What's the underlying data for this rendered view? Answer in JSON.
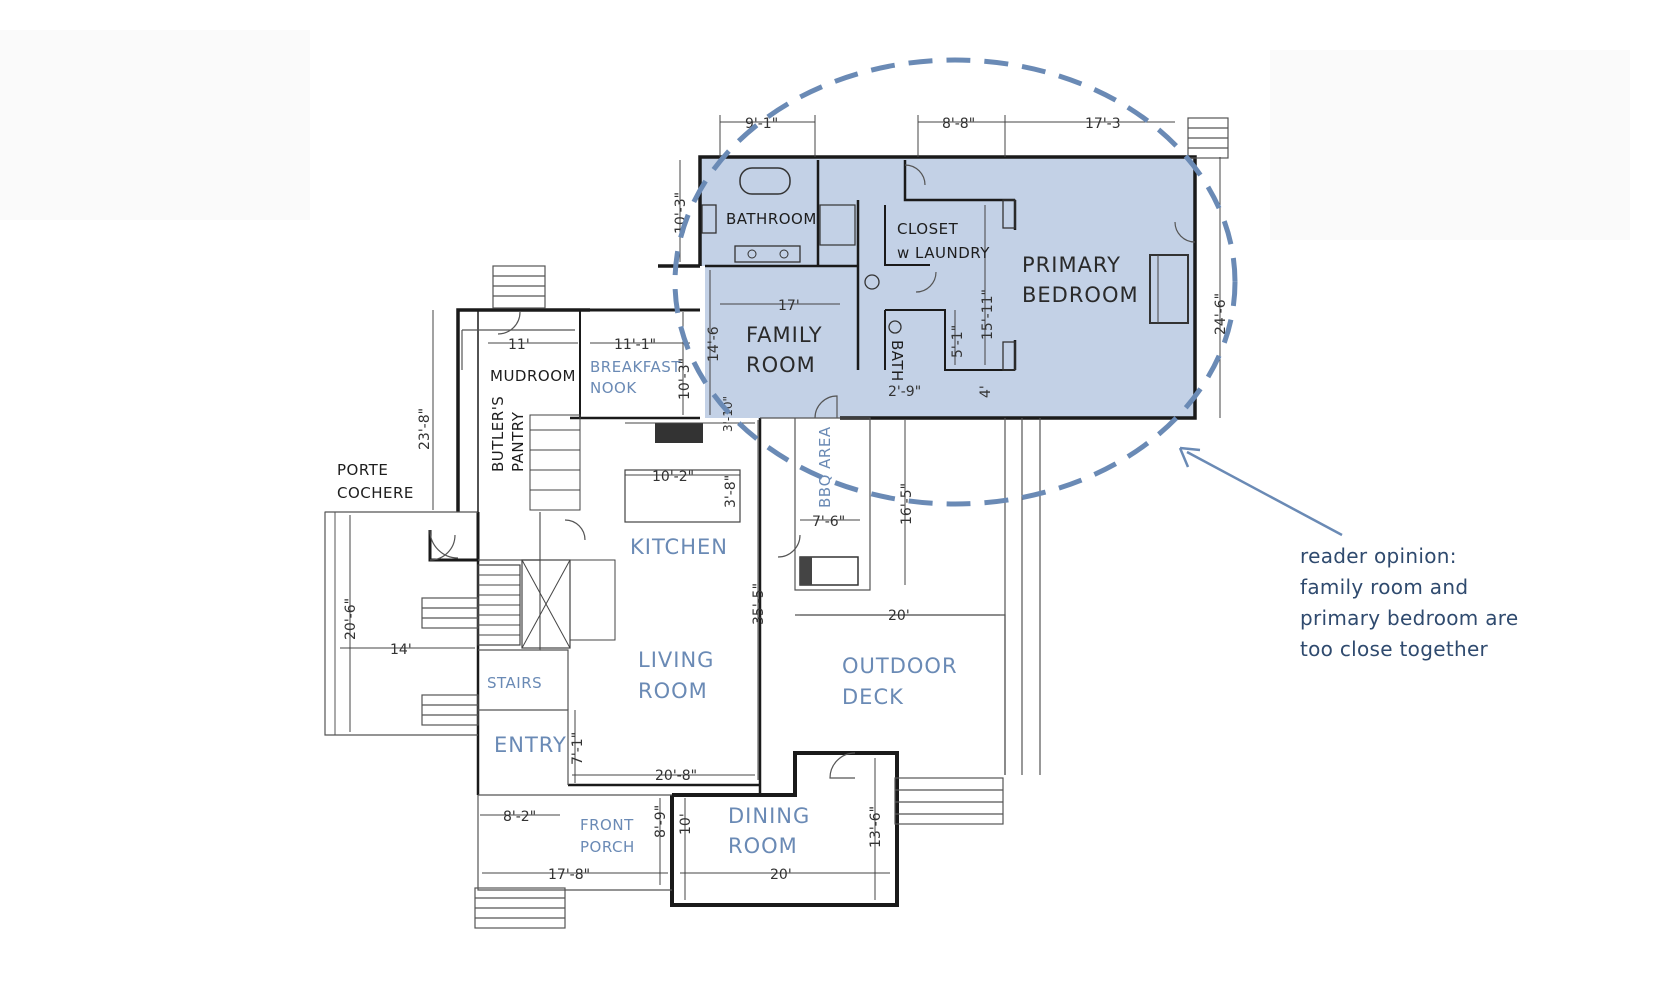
{
  "rooms": {
    "bathroom": "BATHROOM",
    "closet_line1": "CLOSET",
    "closet_line2": "w LAUNDRY",
    "primary_line1": "PRIMARY",
    "primary_line2": "BEDROOM",
    "family_line1": "FAMILY",
    "family_line2": "ROOM",
    "bath_small": "BATH",
    "mudroom": "MUDROOM",
    "breakfast_line1": "BREAKFAST",
    "breakfast_line2": "NOOK",
    "butlers_line1": "BUTLER'S",
    "butlers_line2": "PANTRY",
    "porte_line1": "PORTE",
    "porte_line2": "COCHERE",
    "bbq": "BBQ AREA",
    "kitchen": "KITCHEN",
    "living_line1": "LIVING",
    "living_line2": "ROOM",
    "outdoor_line1": "OUTDOOR",
    "outdoor_line2": "DECK",
    "stairs": "STAIRS",
    "entry": "ENTRY",
    "front_line1": "FRONT",
    "front_line2": "PORCH",
    "dining_line1": "DINING",
    "dining_line2": "ROOM"
  },
  "dimensions": {
    "d_9_1": "9'-1\"",
    "d_8_8": "8'-8\"",
    "d_17_3": "17'-3",
    "d_10_3": "10'-3\"",
    "d_24_6": "24'-6\"",
    "d_17": "17'",
    "d_14_6": "14'-6",
    "d_15_11": "15'-11\"",
    "d_5_1": "5'-1\"",
    "d_2_9": "2'-9\"",
    "d_4": "4'",
    "d_11": "11'",
    "d_11_1": "11'-1\"",
    "d_10_3b": "10'-3\"",
    "d_3_10": "3'-10\"",
    "d_23_8": "23'-8\"",
    "d_10_2": "10'-2\"",
    "d_3_8": "3'-8\"",
    "d_7_6": "7'-6\"",
    "d_16_5": "16'-5\"",
    "d_20_6": "20'-6\"",
    "d_14": "14'",
    "d_35_5": "35'-5\"",
    "d_20": "20'",
    "d_7_1": "7'-1\"",
    "d_20_8": "20'-8\"",
    "d_8_2": "8'-2\"",
    "d_8_9": "8'-9\"",
    "d_10": "10'",
    "d_13_6": "13'-6\"",
    "d_17_8": "17'-8\"",
    "d_20b": "20'"
  },
  "annotation": {
    "line1": "reader opinion:",
    "line2": "family room and",
    "line3": "primary bedroom are",
    "line4": "too close together"
  },
  "colors": {
    "highlight_fill": "#c3d1e6",
    "dashed_circle": "#6a8ab5",
    "label_blue": "#6a8ab5",
    "note_text": "#2f4a6e"
  }
}
